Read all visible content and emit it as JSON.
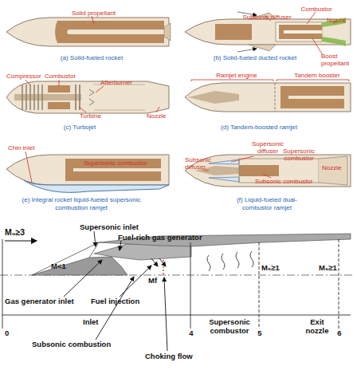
{
  "diagram": {
    "labels": [
      "Solid propellant",
      "Combustor",
      "Subsonic diffuser",
      "Nozzle",
      "(a) Solid-fueled rocket",
      "Boost propellant",
      "(b) Solid-fueled ducted rocket",
      "Compressor",
      "Combustor",
      "Afterburner",
      "Turbine",
      "Nozzle",
      "Ramjet engine",
      "Tandem booster",
      "(c) Turbojet",
      "(d) Tandem-boosted ramjet",
      "Chin inlet",
      "Supersonic combustor",
      "Supersonic diffuser",
      "Subsonic diffuser",
      "Supersonic combustor",
      "Subsonic combustor",
      "Nozzle",
      "(e) Integral rocket liquid-fueled supersonic combustion ramjet",
      "(f) Liquid-fueled dual-combustor ramjet",
      "M₀≥3",
      "Supersonic inlet",
      "Fuel-rich gas generator",
      "M<1",
      "Mf",
      "M₅≥1",
      "M₆≥1",
      "Gas generator inlet",
      "Fuel injection",
      "Inlet",
      "Supersonic combustor",
      "Exit nozzle",
      "0",
      "4",
      "5",
      "6",
      "Subsonic combustion",
      "Choking flow"
    ]
  }
}
